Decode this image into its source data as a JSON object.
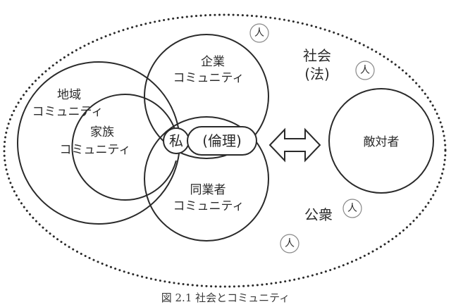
{
  "labels": {
    "corporate_line1": "企業",
    "corporate_line2": "コミュニティ",
    "local_line1": "地域",
    "local_line2": "コミュニティ",
    "family_line1": "家族",
    "family_line2": "コミュニティ",
    "peer_line1": "同業者",
    "peer_line2": "コミュニティ",
    "self": "私",
    "ethics": "(倫理)",
    "society_line1": "社会",
    "society_line2": "(法)",
    "public": "公衆",
    "enemy": "敵対者",
    "person": "人"
  },
  "caption": "図 2.1 社会とコミュニティ",
  "icons": {
    "arrow": "double-headed-outline-arrow",
    "person": "circled-person-kanji"
  },
  "colors": {
    "stroke": "#2a2a2a",
    "dotted_border": "#2a2a2a",
    "background": "#ffffff"
  }
}
